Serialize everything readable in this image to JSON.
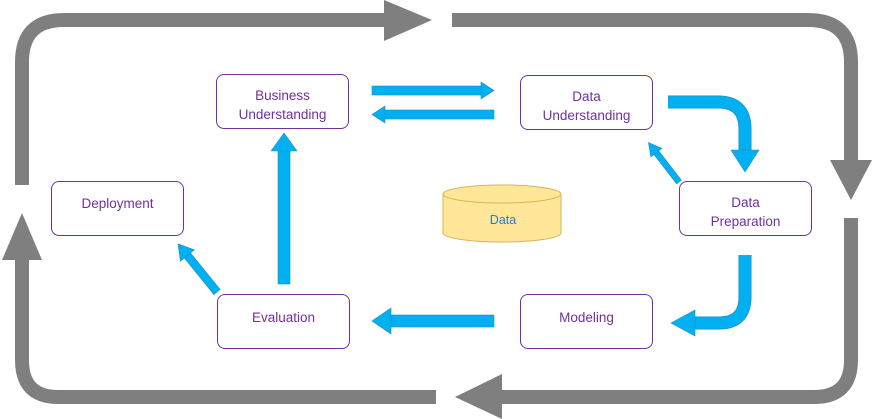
{
  "colors": {
    "cycle": "#7f7f7f",
    "flow": "#00b0f0",
    "border": "#7030a0",
    "store": "#ffe699"
  },
  "nodes": {
    "business": {
      "line1": "Business",
      "line2": "Understanding"
    },
    "understanding": {
      "line1": "Data",
      "line2": "Understanding"
    },
    "preparation": {
      "line1": "Data",
      "line2": "Preparation"
    },
    "modeling": {
      "label": "Modeling"
    },
    "evaluation": {
      "label": "Evaluation"
    },
    "deployment": {
      "label": "Deployment"
    }
  },
  "store": {
    "label": "Data",
    "icon": "database-cylinder-icon"
  }
}
